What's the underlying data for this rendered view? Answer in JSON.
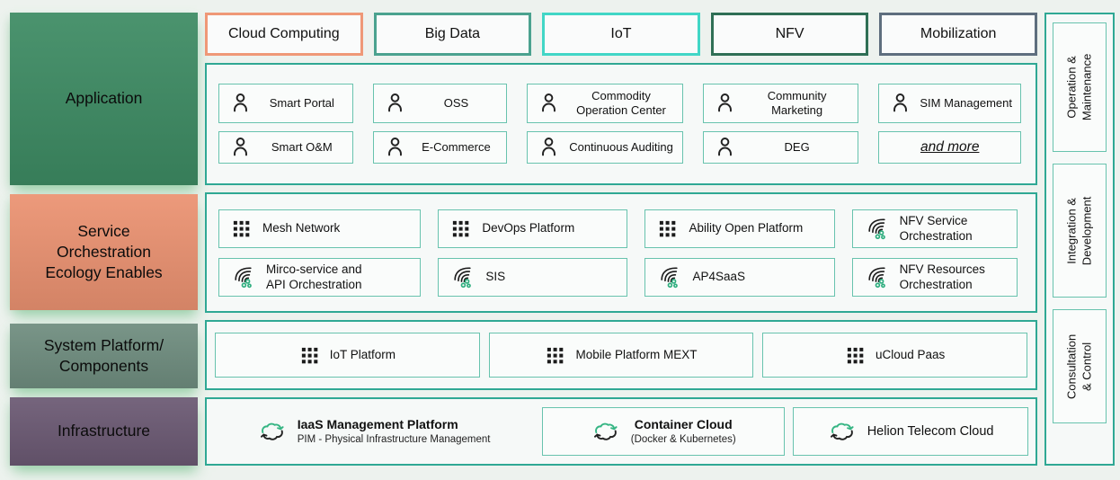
{
  "palette": {
    "background": "#edf2ee",
    "container_border": "#2fa894",
    "item_border": "#68c3ae",
    "glow": "#80c494"
  },
  "left_blocks": [
    {
      "label": "Application",
      "color": "#3d8b63"
    },
    {
      "label": "Service\nOrchestration\nEcology Enables",
      "color": "#eb9271"
    },
    {
      "label": "System Platform/\nComponents",
      "color": "#6f8d7f"
    },
    {
      "label": "Infrastructure",
      "color": "#6b5973"
    }
  ],
  "tabs": [
    {
      "label": "Cloud Computing",
      "border_color": "#ef9877"
    },
    {
      "label": "Big Data",
      "border_color": "#4ba28f"
    },
    {
      "label": "IoT",
      "border_color": "#41d6c6"
    },
    {
      "label": "NFV",
      "border_color": "#2f6f55"
    },
    {
      "label": "Mobilization",
      "border_color": "#5e6e7e"
    }
  ],
  "application": {
    "items": [
      {
        "label": "Smart Portal",
        "icon": "person"
      },
      {
        "label": "OSS",
        "icon": "person"
      },
      {
        "label": "Commodity\nOperation Center",
        "icon": "person"
      },
      {
        "label": "Community\nMarketing",
        "icon": "person"
      },
      {
        "label": "SIM Management",
        "icon": "person"
      },
      {
        "label": "Smart O&M",
        "icon": "person"
      },
      {
        "label": "E-Commerce",
        "icon": "person"
      },
      {
        "label": "Continuous Auditing",
        "icon": "person"
      },
      {
        "label": "DEG",
        "icon": "person"
      },
      {
        "label": "and more",
        "icon": "none"
      }
    ]
  },
  "service_orchestration": {
    "items": [
      {
        "label": "Mesh Network",
        "icon": "grid"
      },
      {
        "label": "DevOps Platform",
        "icon": "grid"
      },
      {
        "label": "Ability Open Platform",
        "icon": "grid"
      },
      {
        "label": "NFV Service\nOrchestration",
        "icon": "stream"
      },
      {
        "label": "Mirco-service and\nAPI Orchestration",
        "icon": "stream"
      },
      {
        "label": "SIS",
        "icon": "stream"
      },
      {
        "label": "AP4SaaS",
        "icon": "stream"
      },
      {
        "label": "NFV Resources\nOrchestration",
        "icon": "stream"
      }
    ]
  },
  "system_platform": {
    "items": [
      {
        "label": "IoT Platform",
        "icon": "grid"
      },
      {
        "label": "Mobile Platform MEXT",
        "icon": "grid"
      },
      {
        "label": "uCloud Paas",
        "icon": "grid"
      }
    ]
  },
  "infrastructure": {
    "items": [
      {
        "title": "IaaS Management Platform",
        "subtitle": "PIM - Physical Infrastructure Management",
        "icon": "cloud-sync"
      },
      {
        "title": "Container Cloud",
        "subtitle": "(Docker & Kubernetes)",
        "icon": "cloud-sync"
      },
      {
        "title": "Helion Telecom Cloud",
        "subtitle": "",
        "icon": "cloud-sync"
      }
    ]
  },
  "sidebar": {
    "items": [
      {
        "label": "Operation &\nMaintenance"
      },
      {
        "label": "Integration &\nDevelopment"
      },
      {
        "label": "Consultation & Control"
      }
    ]
  }
}
